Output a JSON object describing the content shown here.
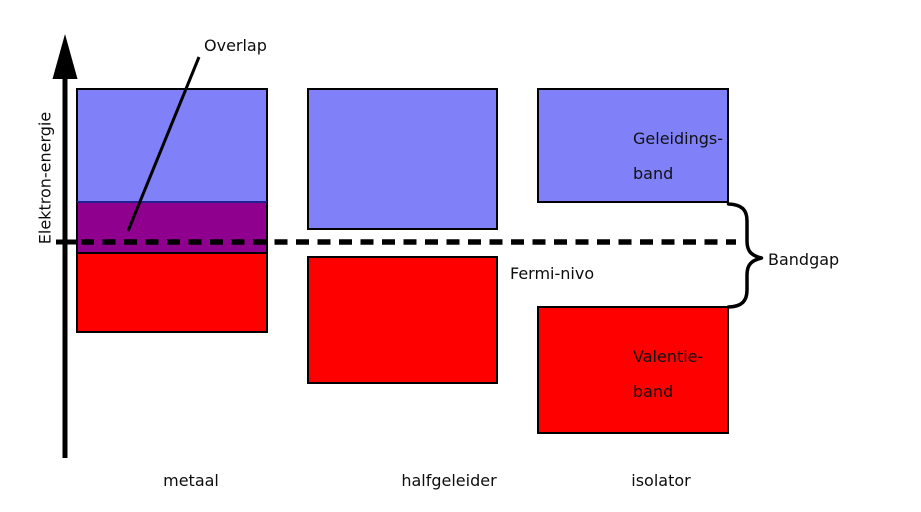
{
  "diagram": {
    "axis_label": "Elektron-energie",
    "annotations": {
      "overlap": "Overlap",
      "fermi": "Fermi-nivo",
      "bandgap": "Bandgap"
    },
    "band_labels": {
      "conduction_line1": "Geleidings-",
      "conduction_line2": "band",
      "valence_line1": "Valentie-",
      "valence_line2": "band"
    },
    "columns": [
      {
        "label": "metaal"
      },
      {
        "label": "halfgeleider"
      },
      {
        "label": "isolator"
      }
    ],
    "colors": {
      "conduction_band": "#8080f8",
      "valence_band": "#fe0000",
      "overlap_band": "#8f008f",
      "line": "#000000",
      "overlap_divider": "#202090"
    }
  }
}
